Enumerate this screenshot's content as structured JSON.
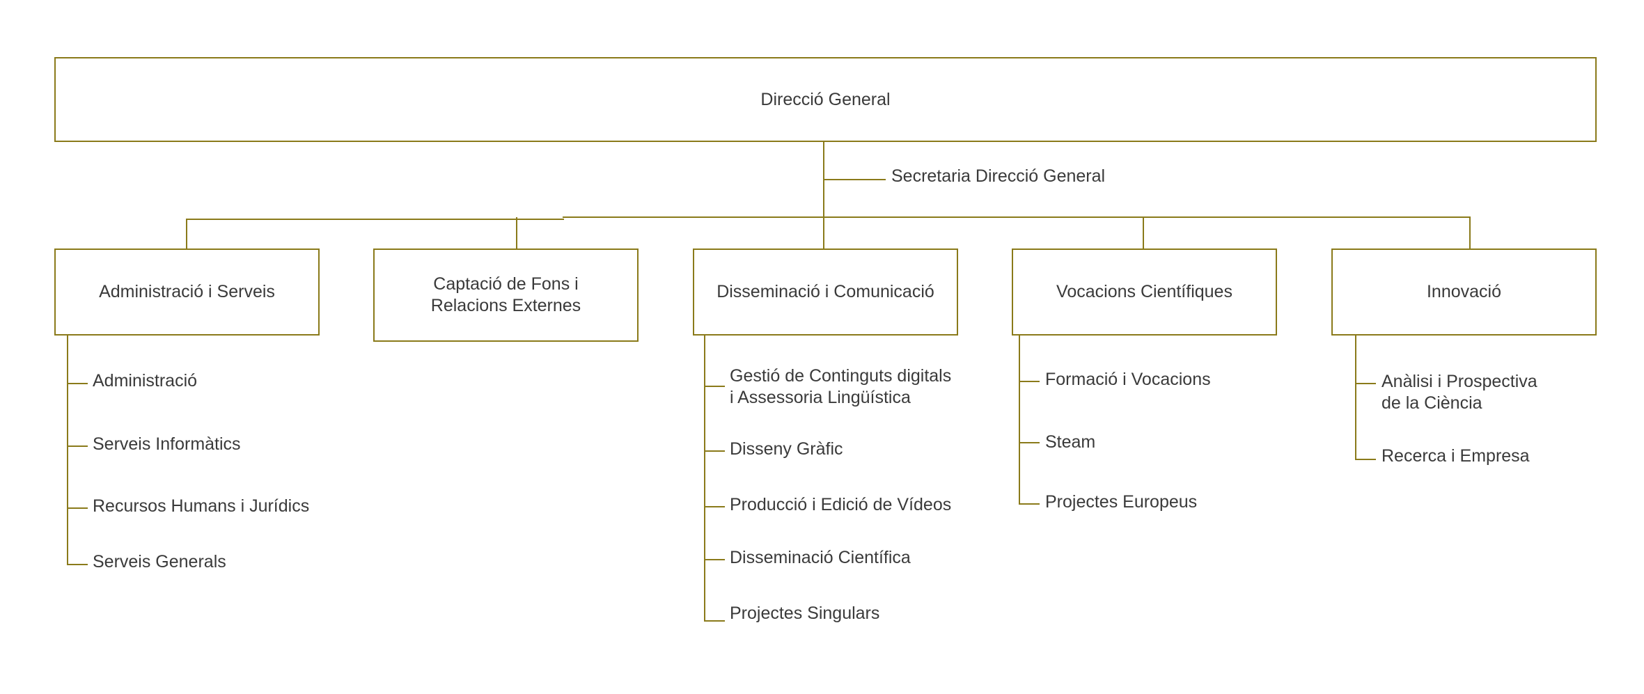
{
  "diagram": {
    "top": "Direcció General",
    "secretaria": "Secretaria Direcció General",
    "departments": [
      {
        "title": "Administració i Serveis",
        "items": [
          "Administració",
          "Serveis Informàtics",
          "Recursos Humans i Jurídics",
          "Serveis Generals"
        ]
      },
      {
        "title": "Captació de Fons i\nRelacions Externes",
        "items": []
      },
      {
        "title": "Disseminació i Comunicació",
        "items": [
          "Gestió de Continguts digitals\ni Assessoria Lingüística",
          "Disseny Gràfic",
          "Producció i Edició de Vídeos",
          "Disseminació Científica",
          "Projectes Singulars"
        ]
      },
      {
        "title": "Vocacions Científiques",
        "items": [
          "Formació i Vocacions",
          "Steam",
          "Projectes Europeus"
        ]
      },
      {
        "title": "Innovació",
        "items": [
          "Anàlisi i Prospectiva\nde la Ciència",
          "Recerca i Empresa"
        ]
      }
    ],
    "colors": {
      "line": "#8a7a1a",
      "text": "#3a3a3a"
    }
  }
}
